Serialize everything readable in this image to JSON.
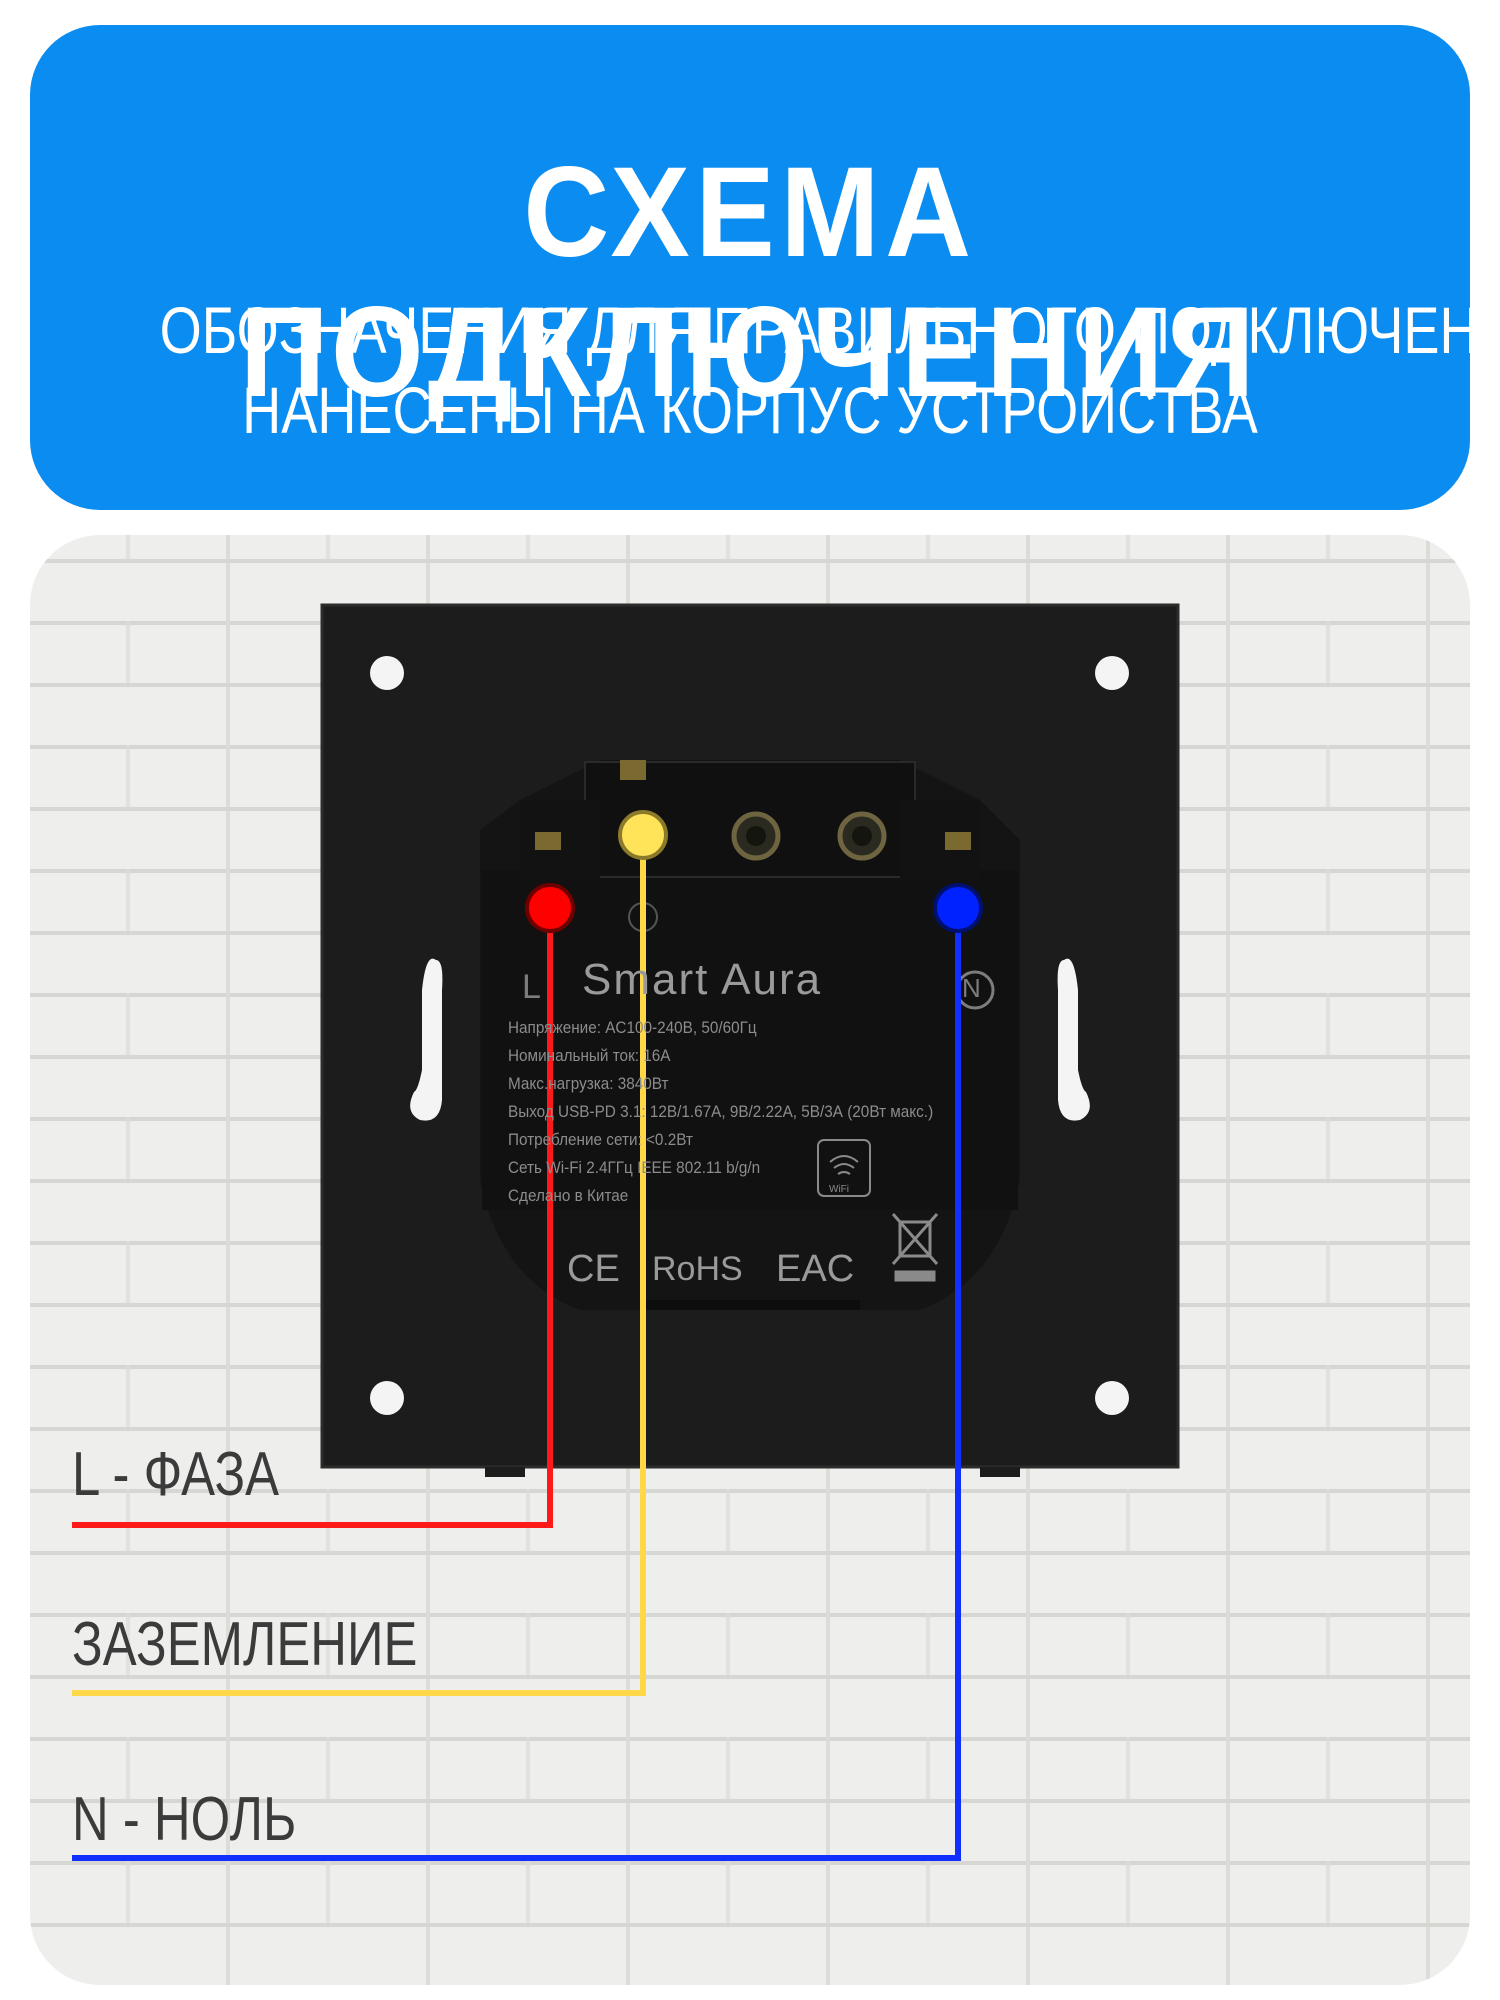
{
  "header": {
    "title": "СХЕМА ПОДКЛЮЧЕНИЯ",
    "subtitle_line1": "ОБОЗНАЧЕНИЯ ДЛЯ ПРАВИЛЬНОГО ПОДКЛЮЧЕНИЯ",
    "subtitle_line2": "НАНЕСЕНЫ НА КОРПУС УСТРОЙСТВА",
    "background_color": "#0a8cf0"
  },
  "device": {
    "brand": "Smart Aura",
    "terminal_l": "L",
    "terminal_n": "N",
    "specs": [
      "Напряжение: AC100-240В, 50/60Гц",
      "Номинальный ток: 16А",
      "Макс.нагрузка: 3840Вт",
      "Выход USB-PD 3.1: 12В/1.67А, 9В/2.22А, 5В/3А (20Вт макс.)",
      "Потребление сети: <0.2Вт",
      "Сеть Wi-Fi 2.4ГГц IEEE 802.11 b/g/n",
      "Сделано в Китае"
    ],
    "wifi_badge": "WiFi",
    "certifications": [
      "CE",
      "RoHS",
      "EAC"
    ]
  },
  "wires": [
    {
      "label": "L - ФАЗА",
      "color": "#ff0000"
    },
    {
      "label": "ЗАЗЕМЛЕНИЕ",
      "color": "#ffd84a"
    },
    {
      "label": "N - НОЛЬ",
      "color": "#0033ff"
    }
  ]
}
